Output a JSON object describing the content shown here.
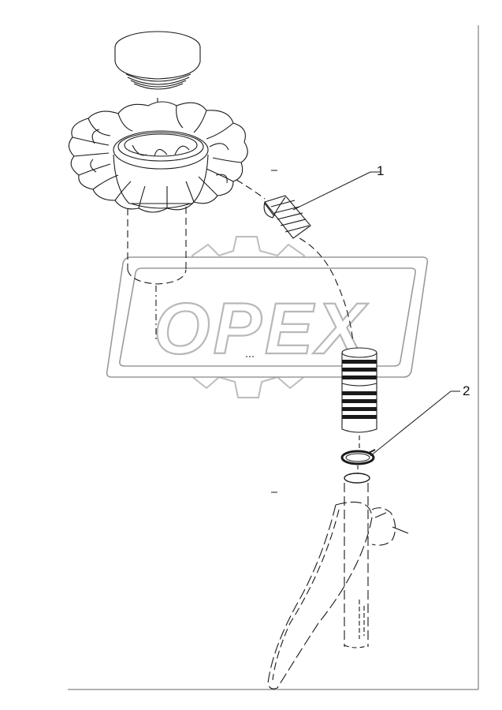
{
  "diagram": {
    "watermark_text": "OPEX",
    "callouts": [
      {
        "id": "1",
        "label": "1"
      },
      {
        "id": "2",
        "label": "2"
      }
    ],
    "colors": {
      "line": "#1a1a1a",
      "watermark": "#c4c4c4",
      "frame": "#555555"
    }
  }
}
